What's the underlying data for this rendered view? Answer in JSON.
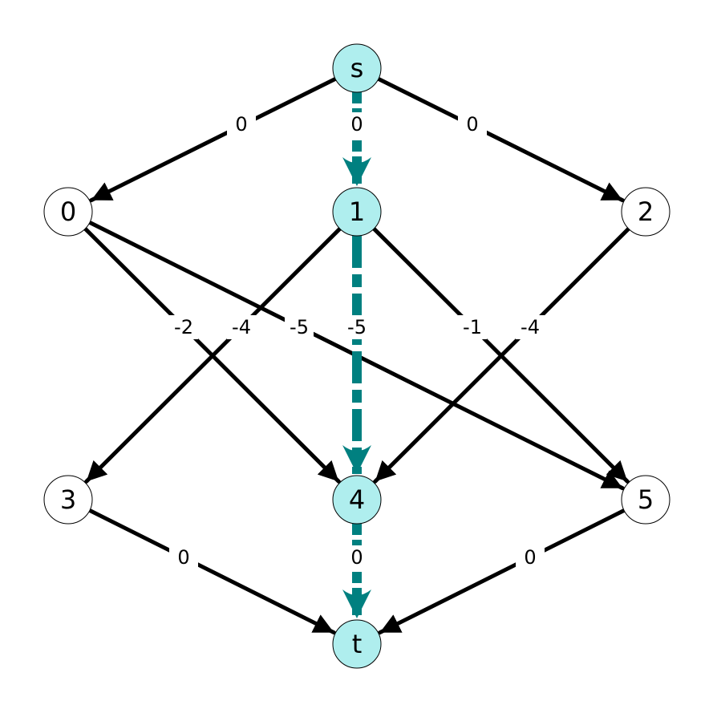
{
  "colors": {
    "highlight_edge": "#008080",
    "highlight_node": "#afeeee",
    "node_default": "#ffffff",
    "edge_default": "#000000"
  },
  "nodes": [
    {
      "id": "s",
      "label": "s",
      "highlighted": true
    },
    {
      "id": "0",
      "label": "0",
      "highlighted": false
    },
    {
      "id": "1",
      "label": "1",
      "highlighted": true
    },
    {
      "id": "2",
      "label": "2",
      "highlighted": false
    },
    {
      "id": "3",
      "label": "3",
      "highlighted": false
    },
    {
      "id": "4",
      "label": "4",
      "highlighted": true
    },
    {
      "id": "5",
      "label": "5",
      "highlighted": false
    },
    {
      "id": "t",
      "label": "t",
      "highlighted": true
    }
  ],
  "edges": [
    {
      "from": "s",
      "to": "0",
      "weight": "0",
      "highlighted": false
    },
    {
      "from": "s",
      "to": "1",
      "weight": "0",
      "highlighted": true
    },
    {
      "from": "s",
      "to": "2",
      "weight": "0",
      "highlighted": false
    },
    {
      "from": "0",
      "to": "4",
      "weight": "-2",
      "highlighted": false
    },
    {
      "from": "1",
      "to": "3",
      "weight": "-4",
      "highlighted": false
    },
    {
      "from": "0",
      "to": "5",
      "weight": "-5",
      "highlighted": false
    },
    {
      "from": "1",
      "to": "4",
      "weight": "-5",
      "highlighted": true
    },
    {
      "from": "1",
      "to": "5",
      "weight": "-1",
      "highlighted": false
    },
    {
      "from": "2",
      "to": "4",
      "weight": "-4",
      "highlighted": false
    },
    {
      "from": "3",
      "to": "t",
      "weight": "0",
      "highlighted": false
    },
    {
      "from": "4",
      "to": "t",
      "weight": "0",
      "highlighted": true
    },
    {
      "from": "5",
      "to": "t",
      "weight": "0",
      "highlighted": false
    }
  ]
}
